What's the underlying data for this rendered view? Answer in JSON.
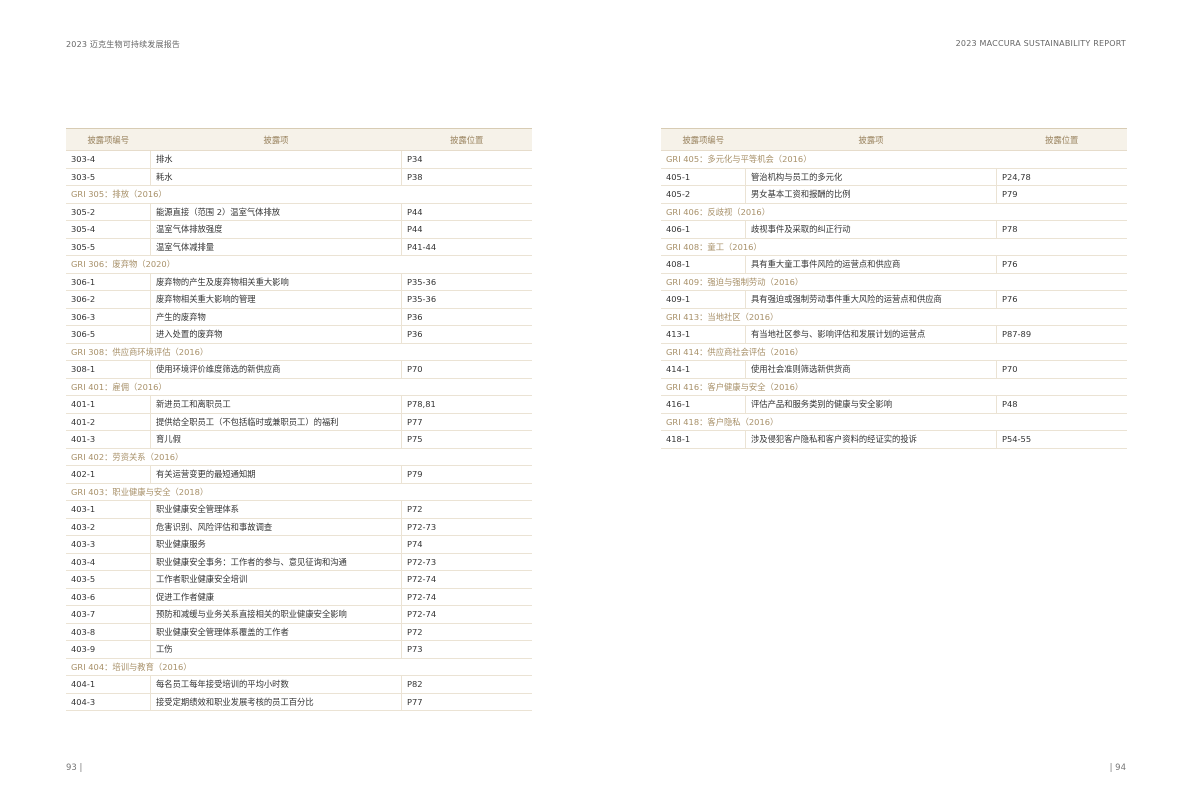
{
  "header": {
    "left": "2023 迈克生物可持续发展报告",
    "right": "2023 MACCURA SUSTAINABILITY REPORT"
  },
  "pages": {
    "left": "93",
    "right": "94"
  },
  "columns": [
    "披露项编号",
    "披露项",
    "披露位置"
  ],
  "left_rows": [
    {
      "code": "303-4",
      "item": "排水",
      "page": "P34"
    },
    {
      "code": "303-5",
      "item": "耗水",
      "page": "P38"
    },
    {
      "group": "GRI 305：排放（2016）"
    },
    {
      "code": "305-2",
      "item": "能源直接（范围 2）温室气体排放",
      "page": "P44"
    },
    {
      "code": "305-4",
      "item": "温室气体排放强度",
      "page": "P44"
    },
    {
      "code": "305-5",
      "item": "温室气体减排量",
      "page": "P41-44"
    },
    {
      "group": "GRI 306：废弃物（2020）"
    },
    {
      "code": "306-1",
      "item": "废弃物的产生及废弃物相关重大影响",
      "page": "P35-36"
    },
    {
      "code": "306-2",
      "item": "废弃物相关重大影响的管理",
      "page": "P35-36"
    },
    {
      "code": "306-3",
      "item": "产生的废弃物",
      "page": "P36"
    },
    {
      "code": "306-5",
      "item": "进入处置的废弃物",
      "page": "P36"
    },
    {
      "group": "GRI 308：供应商环境评估（2016）"
    },
    {
      "code": "308-1",
      "item": "使用环境评价维度筛选的新供应商",
      "page": "P70"
    },
    {
      "group": "GRI 401：雇佣（2016）"
    },
    {
      "code": "401-1",
      "item": "新进员工和离职员工",
      "page": "P78,81"
    },
    {
      "code": "401-2",
      "item": "提供给全职员工（不包括临时或兼职员工）的福利",
      "page": "P77"
    },
    {
      "code": "401-3",
      "item": "育儿假",
      "page": "P75"
    },
    {
      "group": "GRI 402：劳资关系（2016）"
    },
    {
      "code": "402-1",
      "item": "有关运营变更的最短通知期",
      "page": "P79"
    },
    {
      "group": "GRI 403：职业健康与安全（2018）"
    },
    {
      "code": "403-1",
      "item": "职业健康安全管理体系",
      "page": "P72"
    },
    {
      "code": "403-2",
      "item": "危害识别、风险评估和事故调查",
      "page": "P72-73"
    },
    {
      "code": "403-3",
      "item": "职业健康服务",
      "page": "P74"
    },
    {
      "code": "403-4",
      "item": "职业健康安全事务：工作者的参与、意见征询和沟通",
      "page": "P72-73"
    },
    {
      "code": "403-5",
      "item": "工作者职业健康安全培训",
      "page": "P72-74"
    },
    {
      "code": "403-6",
      "item": "促进工作者健康",
      "page": "P72-74"
    },
    {
      "code": "403-7",
      "item": "预防和减缓与业务关系直接相关的职业健康安全影响",
      "page": "P72-74"
    },
    {
      "code": "403-8",
      "item": "职业健康安全管理体系覆盖的工作者",
      "page": "P72"
    },
    {
      "code": "403-9",
      "item": "工伤",
      "page": "P73"
    },
    {
      "group": "GRI 404：培训与教育（2016）"
    },
    {
      "code": "404-1",
      "item": "每名员工每年接受培训的平均小时数",
      "page": "P82"
    },
    {
      "code": "404-3",
      "item": "接受定期绩效和职业发展考核的员工百分比",
      "page": "P77"
    }
  ],
  "right_rows": [
    {
      "group": "GRI 405：多元化与平等机会（2016）"
    },
    {
      "code": "405-1",
      "item": "管治机构与员工的多元化",
      "page": "P24,78"
    },
    {
      "code": "405-2",
      "item": "男女基本工资和报酬的比例",
      "page": "P79"
    },
    {
      "group": "GRI 406：反歧视（2016）"
    },
    {
      "code": "406-1",
      "item": "歧视事件及采取的纠正行动",
      "page": "P78"
    },
    {
      "group": "GRI 408：童工（2016）"
    },
    {
      "code": "408-1",
      "item": "具有重大童工事件风险的运营点和供应商",
      "page": "P76"
    },
    {
      "group": "GRI 409：强迫与强制劳动（2016）"
    },
    {
      "code": "409-1",
      "item": "具有强迫或强制劳动事件重大风险的运营点和供应商",
      "page": "P76"
    },
    {
      "group": "GRI 413：当地社区（2016）"
    },
    {
      "code": "413-1",
      "item": "有当地社区参与、影响评估和发展计划的运营点",
      "page": "P87-89"
    },
    {
      "group": "GRI 414：供应商社会评估（2016）"
    },
    {
      "code": "414-1",
      "item": "使用社会准则筛选新供货商",
      "page": "P70"
    },
    {
      "group": "GRI 416：客户健康与安全（2016）"
    },
    {
      "code": "416-1",
      "item": "评估产品和服务类别的健康与安全影响",
      "page": "P48"
    },
    {
      "group": "GRI 418：客户隐私（2016）"
    },
    {
      "code": "418-1",
      "item": "涉及侵犯客户隐私和客户资料的经证实的投诉",
      "page": "P54-55"
    }
  ]
}
